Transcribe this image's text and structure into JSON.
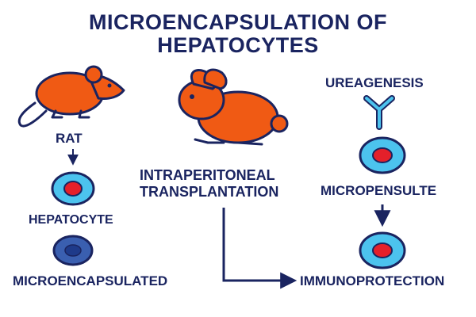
{
  "title_line1": "MICROENCAPSULATION OF",
  "title_line2": "HEPATOCYTES",
  "labels": {
    "rat": "RAT",
    "hepatocyte": "HEPATOCYTE",
    "microencapsulated": "MICROENCAPSULATED",
    "intraperitoneal": "INTRAPERITONEAL",
    "transplantation": "TRANSPLANTATION",
    "ureagenesis": "UREAGENESIS",
    "micropensulte": "MICROPENSULTE",
    "immunoprotection": "IMMUNOPROTECTION"
  },
  "colors": {
    "animal": "#f05a14",
    "outline": "#1a2460",
    "cell_outer": "#4cc3ee",
    "cell_nucleus": "#e4202a",
    "capsule": "#3a5fb0"
  }
}
